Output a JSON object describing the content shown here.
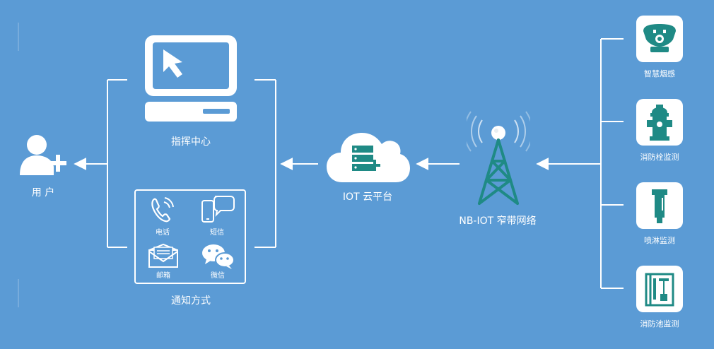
{
  "nodes": {
    "user": {
      "label": "用 户",
      "icon": "add-user-icon"
    },
    "command_center": {
      "label": "指挥中心",
      "icon": "monitor-cursor-icon"
    },
    "notify": {
      "label": "通知方式",
      "items": [
        {
          "label": "电话",
          "icon": "phone-icon"
        },
        {
          "label": "短信",
          "icon": "sms-icon"
        },
        {
          "label": "邮箱",
          "icon": "mail-icon"
        },
        {
          "label": "微信",
          "icon": "wechat-icon"
        }
      ]
    },
    "cloud": {
      "label": "IOT 云平台",
      "icon": "cloud-server-icon"
    },
    "network": {
      "label": "NB-IOT 窄带网络",
      "icon": "signal-tower-icon"
    },
    "sensors": [
      {
        "label": "智慧烟感",
        "icon": "smoke-detector-icon"
      },
      {
        "label": "消防栓监测",
        "icon": "fire-hydrant-icon"
      },
      {
        "label": "喷淋监测",
        "icon": "sprinkler-icon"
      },
      {
        "label": "消防池监测",
        "icon": "fire-pool-icon"
      }
    ]
  },
  "colors": {
    "background": "#5b9bd5",
    "line": "#ffffff",
    "icon_teal": "#1f8a85"
  }
}
